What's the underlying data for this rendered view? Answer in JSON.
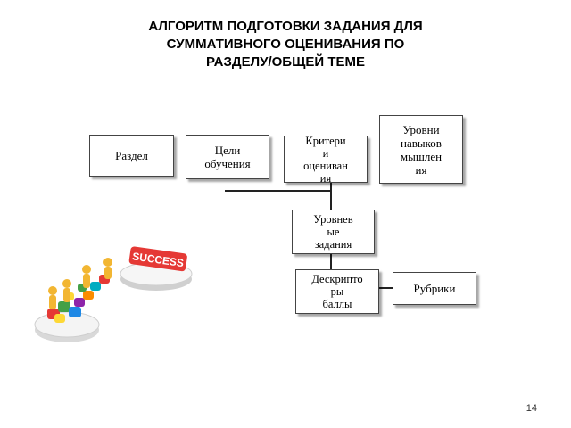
{
  "title": {
    "line1": "АЛГОРИТМ ПОДГОТОВКИ ЗАДАНИЯ ДЛЯ",
    "line2": "СУММАТИВНОГО ОЦЕНИВАНИЯ ПО",
    "line3": "РАЗДЕЛУ/ОБЩЕЙ ТЕМЕ"
  },
  "boxes": {
    "razdel": "Раздел",
    "tseli": "Цели\nобучения",
    "kriterii": "Критери\nи\nоцениван\nия",
    "urovni": "Уровни\nнавыков\nмышлен\nия",
    "urovnevye": "Уровнев\nые\nзадания",
    "deskriptory": "Дескрипто\nры\nбаллы",
    "rubriki": "Рубрики"
  },
  "image": {
    "badge_text": "SUCCESS",
    "icon": "success-puzzle-illustration"
  },
  "page_number": "14"
}
